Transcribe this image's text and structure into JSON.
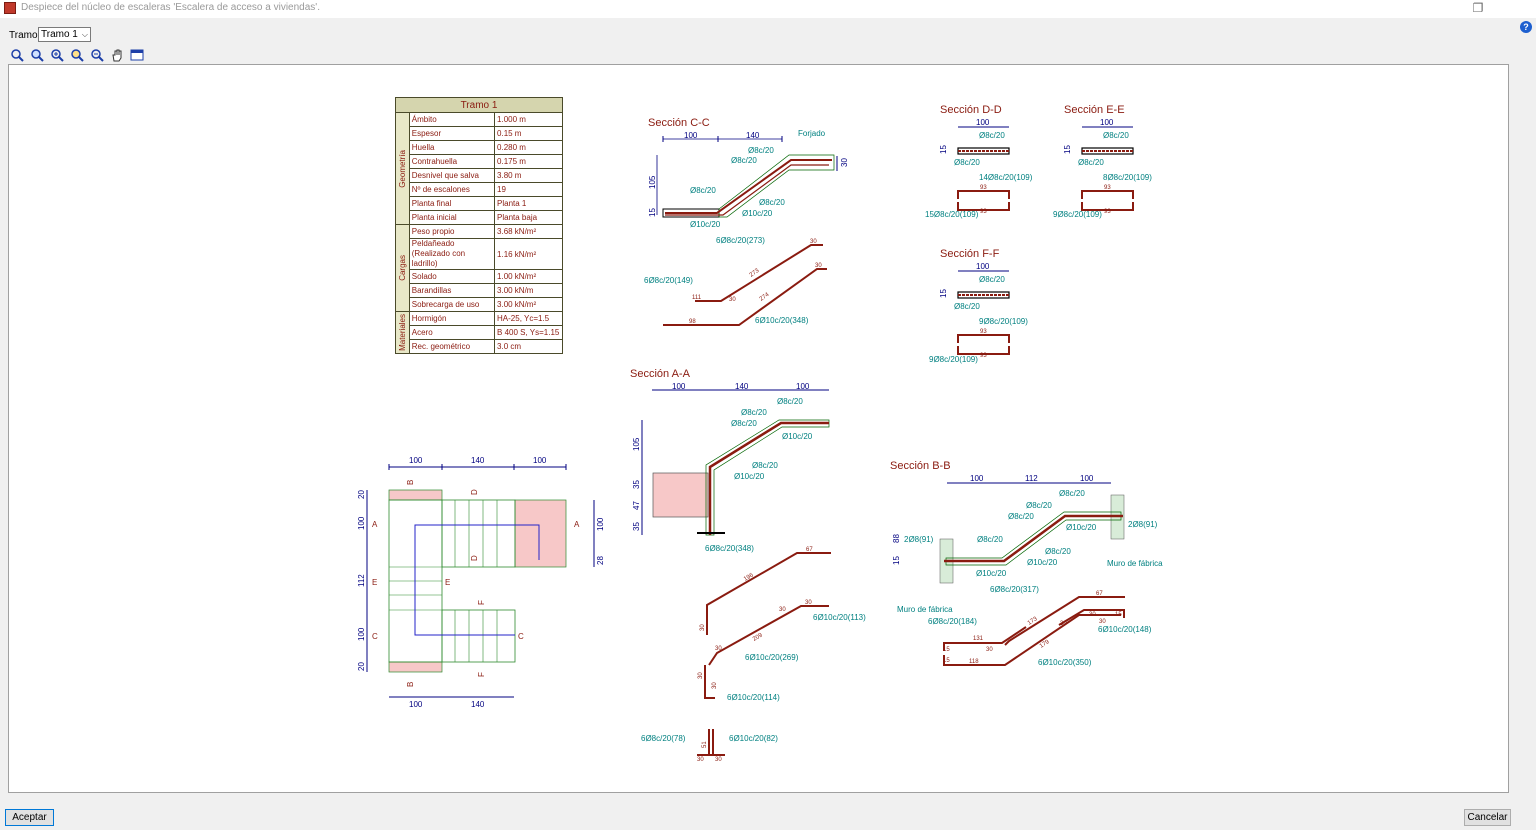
{
  "window": {
    "title": "Despiece del núcleo de escaleras 'Escalera de acceso a viviendas'."
  },
  "tramo": {
    "label": "Tramo",
    "selected": "Tramo 1"
  },
  "toolbar": {
    "tools": [
      "zoom-fit-icon",
      "zoom-window-icon",
      "zoom-in-icon",
      "zoom-previous-icon",
      "zoom-out-icon",
      "pan-hand-icon",
      "window-icon"
    ]
  },
  "table": {
    "title": "Tramo 1",
    "groups": [
      {
        "name": "Geometría",
        "rows": [
          [
            "Ámbito",
            "1.000 m"
          ],
          [
            "Espesor",
            "0.15 m"
          ],
          [
            "Huella",
            "0.280 m"
          ],
          [
            "Contrahuella",
            "0.175 m"
          ],
          [
            "Desnivel que salva",
            "3.80 m"
          ],
          [
            "Nº de escalones",
            "19"
          ],
          [
            "Planta final",
            "Planta 1"
          ],
          [
            "Planta inicial",
            "Planta baja"
          ]
        ]
      },
      {
        "name": "Cargas",
        "rows": [
          [
            "Peso propio",
            "3.68 kN/m²"
          ],
          [
            "Peldañeado (Realizado con ladrillo)",
            "1.16 kN/m²"
          ],
          [
            "Solado",
            "1.00 kN/m²"
          ],
          [
            "Barandillas",
            "3.00 kN/m"
          ],
          [
            "Sobrecarga de uso",
            "3.00 kN/m²"
          ]
        ]
      },
      {
        "name": "Materiales",
        "rows": [
          [
            "Hormigón",
            "HA-25, Yc=1.5"
          ],
          [
            "Acero",
            "B 400 S, Ys=1.15"
          ],
          [
            "Rec. geométrico",
            "3.0 cm"
          ]
        ]
      }
    ]
  },
  "sections": {
    "cc": {
      "title": "Sección C-C",
      "dims": [
        "100",
        "140"
      ],
      "forjado": "Forjado",
      "h105": "105",
      "h15": "15",
      "h30": "30",
      "bars": [
        "Ø8c/20",
        "Ø8c/20",
        "Ø8c/20",
        "Ø8c/20",
        "Ø10c/20",
        "Ø10c/20"
      ],
      "sched": [
        "6Ø8c/20(273)",
        "6Ø8c/20(149)",
        "6Ø10c/20(348)"
      ],
      "nums": [
        "30",
        "30",
        "111",
        "30",
        "98",
        "273",
        "274"
      ]
    },
    "dd": {
      "title": "Sección D-D",
      "dim": "100",
      "h": "15",
      "bars": [
        "Ø8c/20",
        "Ø8c/20"
      ],
      "sched": [
        "14Ø8c/20(109)",
        "15Ø8c/20(109)"
      ],
      "nums": [
        "93",
        "93"
      ]
    },
    "ee": {
      "title": "Sección E-E",
      "dim": "100",
      "h": "15",
      "bars": [
        "Ø8c/20",
        "Ø8c/20"
      ],
      "sched": [
        "8Ø8c/20(109)",
        "9Ø8c/20(109)"
      ],
      "nums": [
        "93",
        "93"
      ]
    },
    "ff": {
      "title": "Sección F-F",
      "dim": "100",
      "h": "15",
      "bars": [
        "Ø8c/20",
        "Ø8c/20"
      ],
      "sched": [
        "9Ø8c/20(109)",
        "9Ø8c/20(109)"
      ],
      "nums": [
        "93",
        "93"
      ]
    },
    "aa": {
      "title": "Sección A-A",
      "dims": [
        "100",
        "140",
        "100"
      ],
      "hs": [
        "105",
        "35",
        "47",
        "35"
      ],
      "bars": [
        "Ø8c/20",
        "Ø8c/20",
        "Ø8c/20",
        "Ø10c/20",
        "Ø8c/20",
        "Ø10c/20"
      ],
      "sched": [
        "6Ø8c/20(348)",
        "6Ø10c/20(113)",
        "6Ø10c/20(269)",
        "6Ø10c/20(114)",
        "6Ø8c/20(78)",
        "6Ø10c/20(82)"
      ],
      "nums": [
        "67",
        "196",
        "30",
        "30",
        "209",
        "30",
        "30",
        "30",
        "30",
        "51",
        "30",
        "30"
      ]
    },
    "bb": {
      "title": "Sección B-B",
      "dims": [
        "100",
        "112",
        "100"
      ],
      "hs": [
        "88",
        "15"
      ],
      "bars": [
        "2Ø8(91)",
        "2Ø8(91)",
        "Ø8c/20",
        "Ø8c/20",
        "Ø8c/20",
        "Ø8c/20",
        "Ø10c/20",
        "Ø10c/20",
        "Ø8c/20",
        "Ø10c/20"
      ],
      "muro": "Muro de fábrica",
      "sched": [
        "6Ø8c/20(317)",
        "6Ø8c/20(184)",
        "6Ø10c/20(148)",
        "6Ø10c/20(350)"
      ],
      "nums": [
        "67",
        "173",
        "30",
        "15",
        "131",
        "30",
        "15",
        "15",
        "179",
        "30",
        "118",
        "30"
      ]
    },
    "plan": {
      "top": [
        "100",
        "140",
        "100"
      ],
      "bottom": [
        "100",
        "140"
      ],
      "left": [
        "20",
        "100",
        "112",
        "100",
        "20"
      ],
      "right": [
        "100",
        "28"
      ],
      "marks": [
        "B",
        "D",
        "A",
        "A",
        "E",
        "E",
        "D",
        "F",
        "C",
        "C",
        "B",
        "F"
      ]
    }
  },
  "buttons": {
    "ok": "Aceptar",
    "cancel": "Cancelar"
  }
}
